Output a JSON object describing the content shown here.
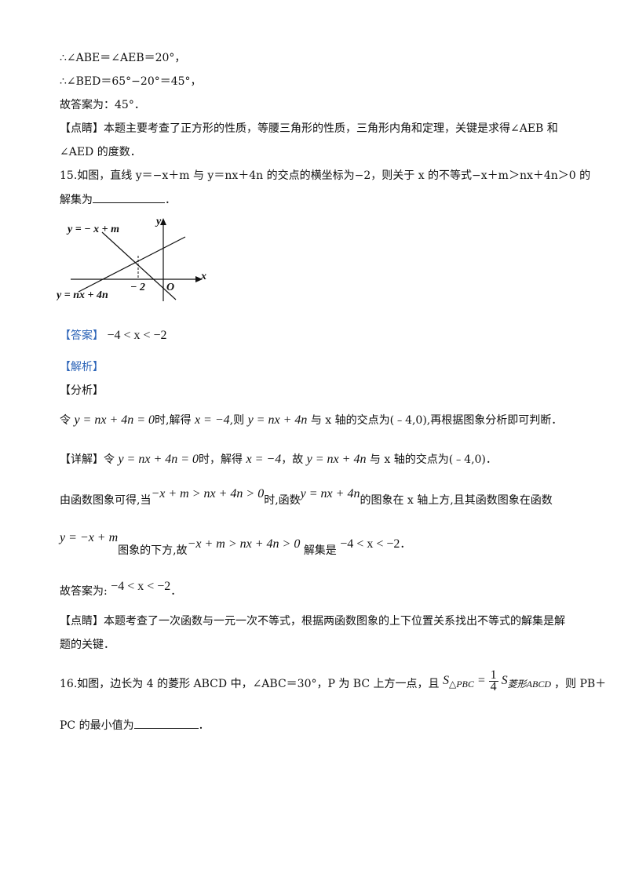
{
  "lines": {
    "l1": "∴∠ABE＝∠AEB＝20°，",
    "l2": "∴∠BED＝65°−20°＝45°，",
    "l3": "故答案为：45°．",
    "l4": "【点睛】本题主要考查了正方形的性质，等腰三角形的性质，三角形内角和定理，关键是求得∠AEB 和",
    "l5": "∠AED 的度数．"
  },
  "q15": {
    "text": "15.如图，直线 y＝−x＋m 与 y＝nx＋4n 的交点的横坐标为−2，则关于 x 的不等式−x＋m＞nx＋4n＞0 的",
    "text2": "解集为",
    "text2_end": "．",
    "graph": {
      "label_line1": "y = − x + m",
      "label_line2": "y = nx + 4n",
      "label_x": "x",
      "label_y": "y",
      "label_origin": "O",
      "label_tick": "− 2"
    },
    "answer_tag": "【答案】",
    "answer_math": "−4 < x < −2",
    "analysis_tag": "【解析】",
    "fenxi_tag": "【分析】",
    "fenxi_pre": "令",
    "fenxi_m1": "y = nx + 4n = 0",
    "fenxi_t1": "时,解得",
    "fenxi_m2": "x = −4",
    "fenxi_t2": ",则",
    "fenxi_m3": "y = nx + 4n",
    "fenxi_t3": "与 x 轴的交点为(﹣4,0),再根据图象分析即可判断．",
    "xiangjie_tag": "【详解】",
    "xj_pre": "令",
    "xj_m1": "y = nx + 4n = 0",
    "xj_t1": "时，解得",
    "xj_m2": "x = −4",
    "xj_t2": "，故",
    "xj_m3": "y = nx + 4n",
    "xj_t3": "与 x 轴的交点为(﹣4,0)．",
    "p2_t1": "由函数图象可得,当",
    "p2_m1": "−x + m > nx + 4n > 0",
    "p2_t2": "时,函数",
    "p2_m2": "y = nx + 4n",
    "p2_t3": "的图象在 x 轴上方,且其函数图象在函数",
    "p3_m1": "y = −x + m",
    "p3_t1": "图象的下方,故",
    "p3_m2": "−x + m > nx + 4n > 0",
    "p3_t2": "解集是",
    "p3_m3": "−4 < x < −2",
    "p3_t3": "．",
    "final_t": "故答案为:",
    "final_m": "−4 < x < −2",
    "final_end": "．",
    "dianjing_1": "【点睛】本题考查了一次函数与一元一次不等式，根据两函数图象的上下位置关系找出不等式的解集是解",
    "dianjing_2": "题的关键．"
  },
  "q16": {
    "t1": "16.如图，边长为 4 的菱形 ABCD 中，∠ABC＝30°，P 为 BC 上方一点，且",
    "s_left": "S",
    "s_left_sub": "△PBC",
    "eq": "=",
    "frac_num": "1",
    "frac_den": "4",
    "s_right": "S",
    "s_right_sub": "菱形ABCD",
    "t2": "，则 PB＋",
    "t3": "PC 的最小值为",
    "t3_end": "．"
  }
}
